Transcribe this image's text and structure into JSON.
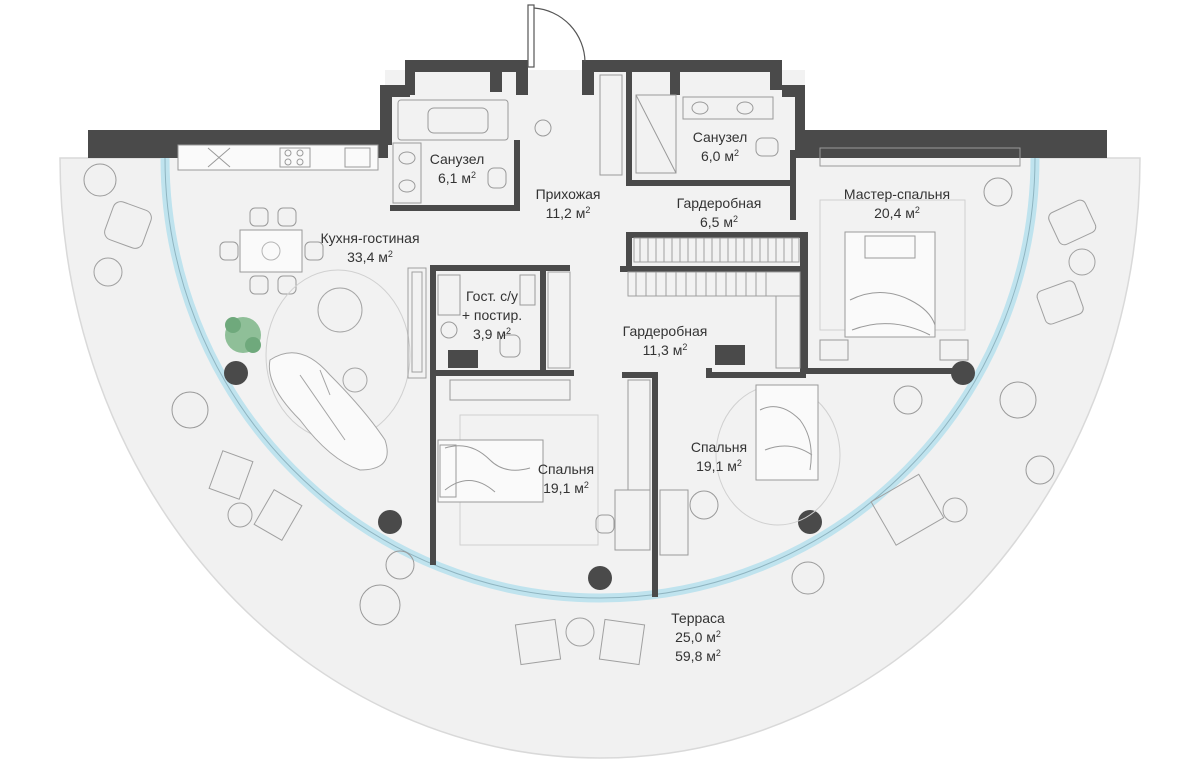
{
  "plan": {
    "unit": "м",
    "unit_sup": "2",
    "rooms": [
      {
        "id": "bath1",
        "name": "Санузел",
        "area": "6,1"
      },
      {
        "id": "hall",
        "name": "Прихожая",
        "area": "11,2"
      },
      {
        "id": "bath2",
        "name": "Санузел",
        "area": "6,0"
      },
      {
        "id": "wardrobe1",
        "name": "Гардеробная",
        "area": "6,5"
      },
      {
        "id": "master",
        "name": "Мастер-спальня",
        "area": "20,4"
      },
      {
        "id": "kitchen",
        "name": "Кухня-гостиная",
        "area": "33,4"
      },
      {
        "id": "guest-wc",
        "name": "Гост. с/у",
        "name2": "+ постир.",
        "area": "3,9"
      },
      {
        "id": "wardrobe2",
        "name": "Гардеробная",
        "area": "11,3"
      },
      {
        "id": "bedroom1",
        "name": "Спальня",
        "area": "19,1"
      },
      {
        "id": "bedroom2",
        "name": "Спальня",
        "area": "19,1"
      },
      {
        "id": "terrace",
        "name": "Терраса",
        "area": "25,0",
        "area2": "59,8"
      }
    ]
  },
  "colors": {
    "wall": "#4a4a4a",
    "floor": "#f2f2f2",
    "terrace_floor": "#f1f1f1",
    "glass": "#bfe3ee",
    "furniture": "#9a9a9a",
    "plant": "#8fbf98",
    "column": "#4a4a4a"
  }
}
